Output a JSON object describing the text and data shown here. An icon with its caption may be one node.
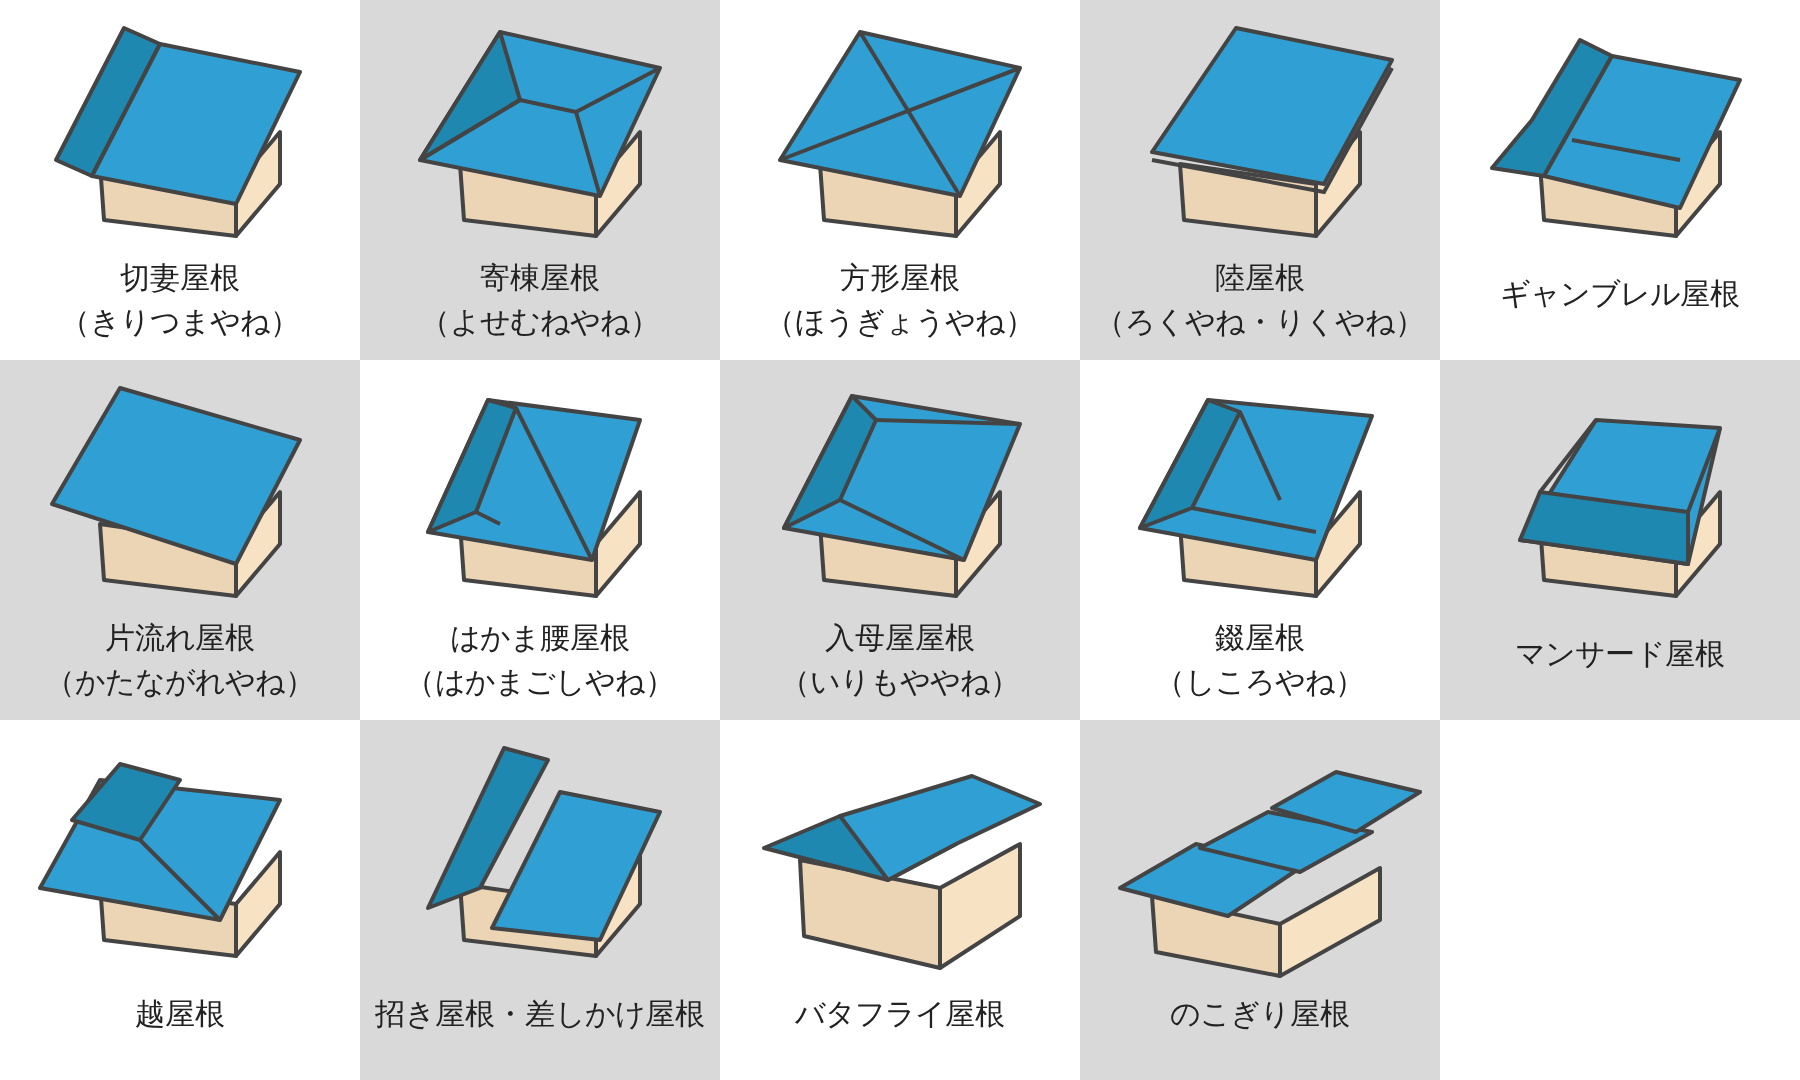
{
  "diagram": {
    "nodes": [
      {
        "text": [
          "切妻屋根",
          "（きりつまやね）"
        ]
      },
      {
        "text": [
          "寄棟屋根",
          "（よせむねやね）"
        ]
      },
      {
        "text": [
          "方形屋根",
          "（ほうぎょうやね）"
        ]
      },
      {
        "text": [
          "陸屋根",
          "（ろくやね・りくやね）"
        ]
      },
      {
        "text": [
          "ギャンブレル屋根"
        ]
      },
      {
        "text": [
          "片流れ屋根",
          "（かたながれやね）"
        ]
      },
      {
        "text": [
          "はかま腰屋根",
          "（はかまごしやね）"
        ]
      },
      {
        "text": [
          "入母屋屋根",
          "（いりもややね）"
        ]
      },
      {
        "text": [
          "錣屋根",
          "（しころやね）"
        ]
      },
      {
        "text": [
          "マンサード屋根"
        ]
      },
      {
        "text": [
          "越屋根"
        ]
      },
      {
        "text": [
          "招き屋根・差しかけ屋根"
        ]
      },
      {
        "text": [
          "バタフライ屋根"
        ]
      },
      {
        "text": [
          "のこぎり屋根"
        ]
      }
    ]
  }
}
